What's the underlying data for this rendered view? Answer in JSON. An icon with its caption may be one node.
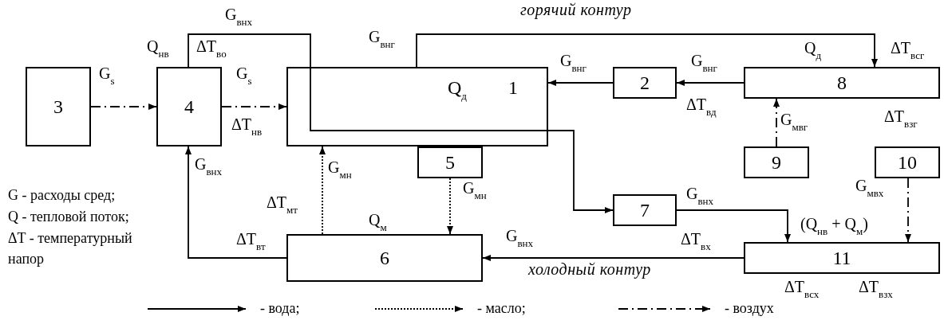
{
  "diagram": {
    "nodes": [
      {
        "text": [
          "3"
        ]
      },
      {
        "text": [
          "4"
        ]
      },
      {
        "text": [
          "Q$_{д}$",
          "1"
        ]
      },
      {
        "text": [
          "2"
        ]
      },
      {
        "text": [
          "8"
        ]
      },
      {
        "text": [
          "9"
        ]
      },
      {
        "text": [
          "10"
        ]
      },
      {
        "text": [
          "5"
        ]
      },
      {
        "text": [
          "7"
        ]
      },
      {
        "text": [
          "6"
        ]
      },
      {
        "text": [
          "11"
        ]
      }
    ],
    "edges": [
      {
        "from": 0,
        "to": 1,
        "arrow": "to",
        "label": "G$_{s}$",
        "style": "dashed"
      },
      {
        "from": 1,
        "to": 2,
        "arrow": "to",
        "label": "G$_{s}$",
        "style": "dashed"
      },
      {
        "from": 1,
        "to": 2,
        "arrow": "none",
        "label": "G$_{внх}$"
      },
      {
        "from": 2,
        "to": 4,
        "arrow": "to",
        "label": "G$_{внг}$"
      },
      {
        "from": 3,
        "to": 2,
        "arrow": "to",
        "label": "G$_{внг}$"
      },
      {
        "from": 4,
        "to": 3,
        "arrow": "to",
        "label": "G$_{внг}$"
      },
      {
        "from": 5,
        "to": 4,
        "arrow": "to",
        "label": "G$_{мвг}$",
        "style": "dashed"
      },
      {
        "from": 6,
        "to": 10,
        "arrow": "to",
        "label": "G$_{мвх}$",
        "style": "dashed"
      },
      {
        "from": 8,
        "to": 10,
        "arrow": "to",
        "label": "G$_{внх}$"
      },
      {
        "from": 10,
        "to": 9,
        "arrow": "to",
        "label": "G$_{внх}$"
      },
      {
        "from": 9,
        "to": 1,
        "arrow": "to",
        "label": "G$_{внх}$"
      },
      {
        "from": 9,
        "to": 2,
        "arrow": "to",
        "label": "G$_{мн}$",
        "style": "dashed"
      },
      {
        "from": 7,
        "to": 9,
        "arrow": "to",
        "label": "G$_{мн}$",
        "style": "dashed"
      },
      {
        "from": 2,
        "to": 8,
        "arrow": "to"
      }
    ],
    "labels": [
      "Q$_{нв}$",
      "ΔT$_{во}$",
      "горячий контур",
      "Q$_{д}$",
      "ΔT$_{всг}$",
      "ΔT$_{нв}$",
      "ΔT$_{вд}$",
      "ΔT$_{взг}$",
      "G - расходы сред;",
      "Q - тепловой поток;",
      "ΔT - температурный напор",
      "ΔT$_{мт}$",
      "Q$_{м}$",
      "ΔT$_{вт}$",
      "(Q$_{нв}$ + Q$_{м}$)",
      "ΔT$_{вх}$",
      "холодный контур",
      "ΔT$_{всх}$",
      "ΔT$_{взх}$"
    ],
    "legend": [
      {
        "text": "- вода;"
      },
      {
        "text": "- масло;"
      },
      {
        "text": "- воздух"
      }
    ]
  }
}
